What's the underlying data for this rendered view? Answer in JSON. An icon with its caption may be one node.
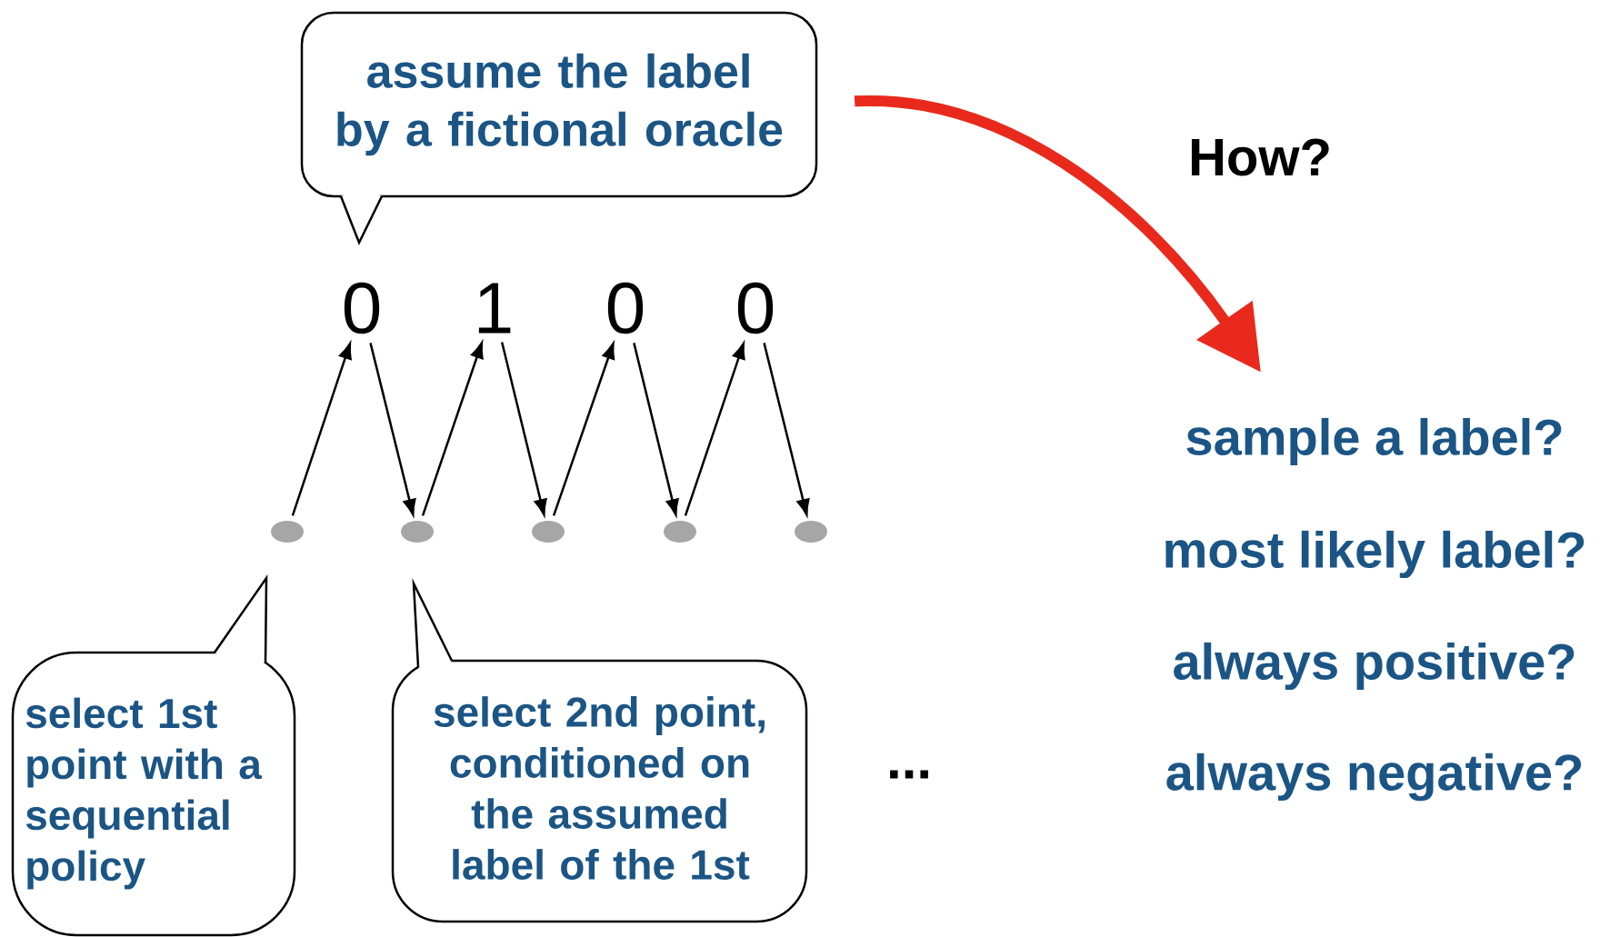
{
  "diagram": {
    "nodes": [
      {
        "text": [
          "assume the label by a fictional oracle"
        ]
      },
      {
        "text": [
          "0"
        ]
      },
      {
        "text": [
          "1"
        ]
      },
      {
        "text": [
          "0"
        ]
      },
      {
        "text": [
          "0"
        ]
      },
      {
        "text": [],
        "shape": "circle"
      },
      {
        "text": [],
        "shape": "circle"
      },
      {
        "text": [],
        "shape": "circle"
      },
      {
        "text": [],
        "shape": "circle"
      },
      {
        "text": [],
        "shape": "circle"
      },
      {
        "text": [
          "select 1st point with a sequential policy"
        ]
      },
      {
        "text": [
          "select 2nd point, conditioned on the assumed label of the 1st"
        ]
      },
      {
        "text": [
          "sample a label?"
        ]
      },
      {
        "text": [
          "most likely label?"
        ]
      },
      {
        "text": [
          "always positive?"
        ]
      },
      {
        "text": [
          "always negative?"
        ]
      }
    ],
    "edges": [
      {
        "from": 5,
        "to": 1,
        "arrow": "to"
      },
      {
        "from": 1,
        "to": 6,
        "arrow": "to"
      },
      {
        "from": 6,
        "to": 2,
        "arrow": "to"
      },
      {
        "from": 2,
        "to": 7,
        "arrow": "to"
      },
      {
        "from": 7,
        "to": 3,
        "arrow": "to"
      },
      {
        "from": 3,
        "to": 8,
        "arrow": "to"
      },
      {
        "from": 8,
        "to": 4,
        "arrow": "to"
      },
      {
        "from": 4,
        "to": 9,
        "arrow": "to"
      },
      {
        "from": 0,
        "to": 12,
        "arrow": "to",
        "label": "How?",
        "style": "thick",
        "color": "#e8291c"
      }
    ],
    "labels": [
      "..."
    ]
  }
}
